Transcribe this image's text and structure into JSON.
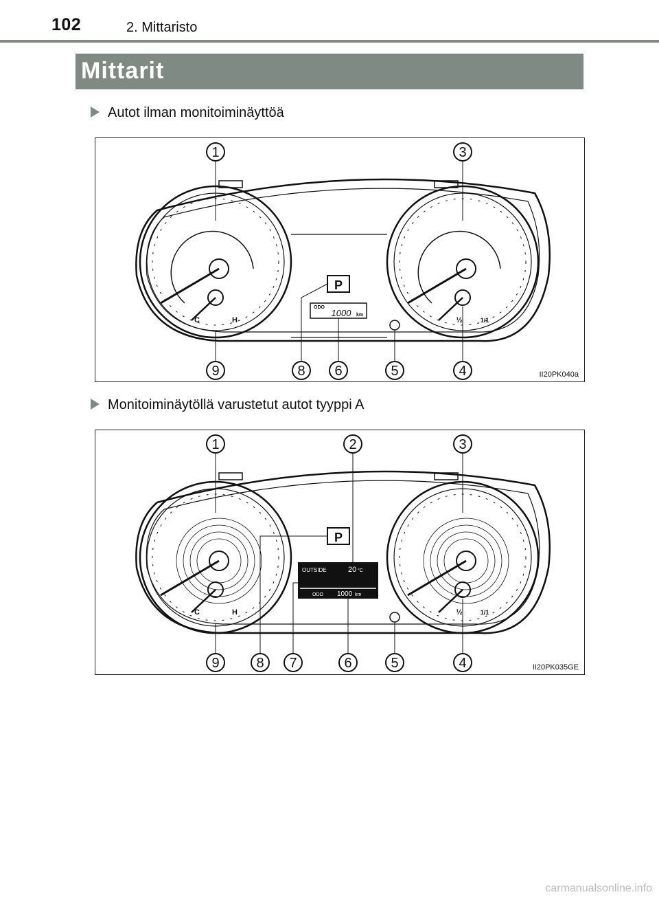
{
  "header": {
    "page_number": "102",
    "chapter": "2. Mittaristo"
  },
  "section_title": "Mittarit",
  "figures": [
    {
      "variant_label": "Autot ilman monitoiminäyttöä",
      "code": "II20PK040a",
      "callouts": [
        "1",
        "3",
        "9",
        "8",
        "6",
        "5",
        "4"
      ],
      "odo_label": "ODO",
      "odo_value": "1000",
      "odo_unit": "km",
      "gear": "P",
      "temp_c": "C",
      "temp_h": "H",
      "fuel_half": "½",
      "fuel_full": "1/1"
    },
    {
      "variant_label": "Monitoiminäytöllä varustetut autot tyyppi A",
      "code": "II20PK035GE",
      "callouts": [
        "1",
        "2",
        "3",
        "9",
        "8",
        "7",
        "6",
        "5",
        "4"
      ],
      "outside_label": "OUTSIDE",
      "outside_temp": "20",
      "outside_unit": "°C",
      "odo_label": "ODO",
      "odo_value": "1000",
      "odo_unit": "km",
      "gear": "P",
      "temp_c": "C",
      "temp_h": "H",
      "fuel_half": "½",
      "fuel_full": "1/1"
    }
  ],
  "footer": {
    "brand": "carmanualsonline.info"
  }
}
